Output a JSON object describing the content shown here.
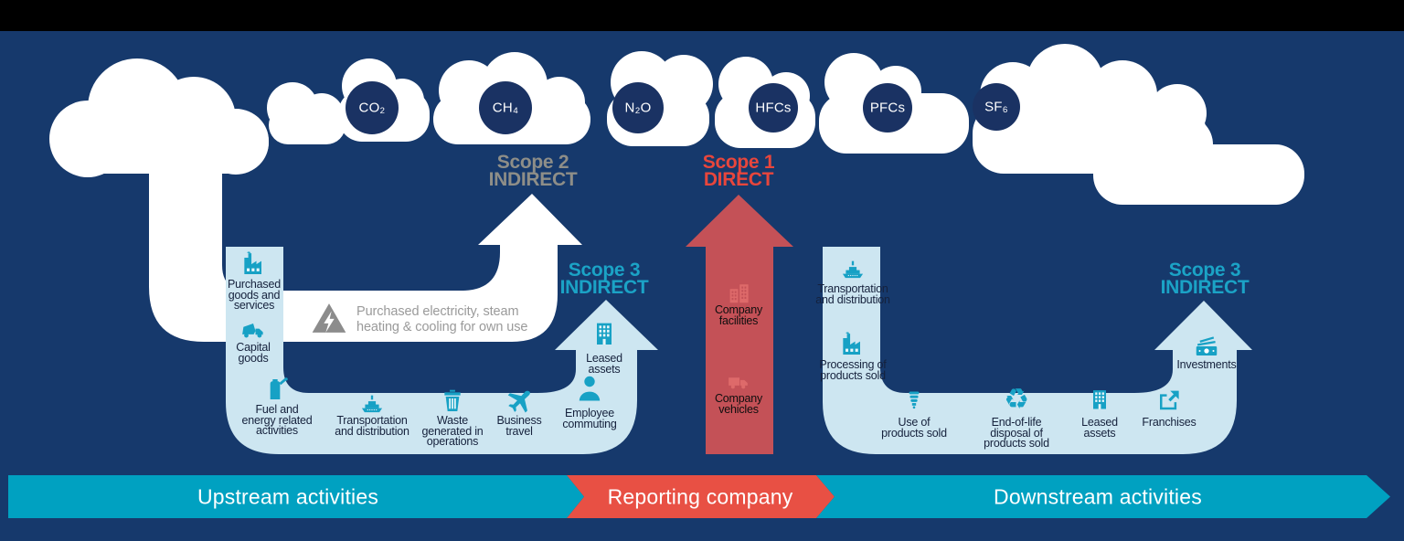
{
  "colors": {
    "background_navy": "#16396c",
    "top_bar_black": "#000000",
    "cloud_white": "#ffffff",
    "gas_circle_navy": "#1a3263",
    "pale_pipe_blue": "#cde6f1",
    "icon_teal": "#17a1c5",
    "scope1_red": "#e8463c",
    "scope2_gray": "#8e8e88",
    "scope3_teal": "#1ba3c6",
    "center_arrow_red": "#c45157",
    "band_cyan": "#00a1c1",
    "band_red": "#e85044",
    "note_gray": "#9a9a9a"
  },
  "gases": [
    {
      "label": "CO₂"
    },
    {
      "label": "CH₄"
    },
    {
      "label": "N₂O"
    },
    {
      "label": "HFCs"
    },
    {
      "label": "PFCs"
    },
    {
      "label": "SF₆"
    }
  ],
  "scopes": {
    "scope2": {
      "title": "Scope 2",
      "subtitle": "INDIRECT"
    },
    "scope1": {
      "title": "Scope 1",
      "subtitle": "DIRECT"
    },
    "scope3_upstream": {
      "title": "Scope 3",
      "subtitle": "INDIRECT"
    },
    "scope3_downstream": {
      "title": "Scope 3",
      "subtitle": "INDIRECT"
    }
  },
  "electricity_note": "Purchased electricity, steam heating & cooling for own use",
  "upstream": {
    "items": [
      {
        "label": "Purchased\ngoods and\nservices",
        "icon": "factory-icon"
      },
      {
        "label": "Capital\ngoods",
        "icon": "cement-truck-icon"
      },
      {
        "label": "Fuel and\nenergy related\nactivities",
        "icon": "fuel-can-icon"
      },
      {
        "label": "Transportation\nand distribution",
        "icon": "ship-icon"
      },
      {
        "label": "Waste\ngenerated in\noperations",
        "icon": "trash-icon"
      },
      {
        "label": "Business\ntravel",
        "icon": "plane-icon"
      },
      {
        "label": "Employee\ncommuting",
        "icon": "person-icon"
      },
      {
        "label": "Leased\nassets",
        "icon": "building-icon"
      }
    ]
  },
  "reporting": {
    "items": [
      {
        "label": "Company\nfacilities",
        "icon": "buildings-icon"
      },
      {
        "label": "Company\nvehicles",
        "icon": "truck-icon"
      }
    ]
  },
  "downstream": {
    "items": [
      {
        "label": "Transportation\nand distribution",
        "icon": "ship-icon"
      },
      {
        "label": "Processing of\nproducts sold",
        "icon": "factory-icon"
      },
      {
        "label": "Use of\nproducts sold",
        "icon": "cfl-bulb-icon"
      },
      {
        "label": "End-of-life\ndisposal of\nproducts sold",
        "icon": "recycle-icon"
      },
      {
        "label": "Leased\nassets",
        "icon": "building-icon"
      },
      {
        "label": "Franchises",
        "icon": "share-arrow-icon"
      },
      {
        "label": "Investments",
        "icon": "banknotes-icon"
      }
    ]
  },
  "bottom_band": {
    "segments": [
      {
        "label": "Upstream activities"
      },
      {
        "label": "Reporting company"
      },
      {
        "label": "Downstream activities"
      }
    ]
  }
}
